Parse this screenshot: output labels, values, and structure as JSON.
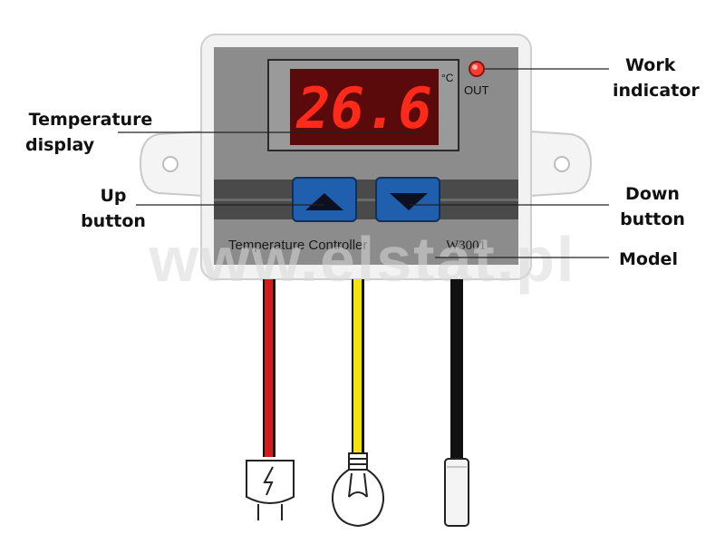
{
  "device": {
    "display_value": "26.6",
    "unit": "°C",
    "out_label": "OUT",
    "panel_title": "Temperature Controller",
    "model_code": "W3001"
  },
  "callouts": {
    "work_indicator": [
      "Work",
      "indicator"
    ],
    "temperature_display": [
      "Temperature",
      "display"
    ],
    "up_button": [
      "Up",
      "button"
    ],
    "down_button": [
      "Down",
      "button"
    ],
    "model": [
      "Model"
    ]
  },
  "watermark": "www.elstat.pl",
  "colors": {
    "panel": "#8c8c8c",
    "housing": "#f2f2f2",
    "display_bg": "#5a0a0a",
    "digits": "#ff2a1a",
    "button": "#1f5fae",
    "stripe": "#4a4a4a",
    "wire_red": "#d51c1c",
    "wire_yellow": "#f3e40a",
    "wire_black": "#111111"
  }
}
